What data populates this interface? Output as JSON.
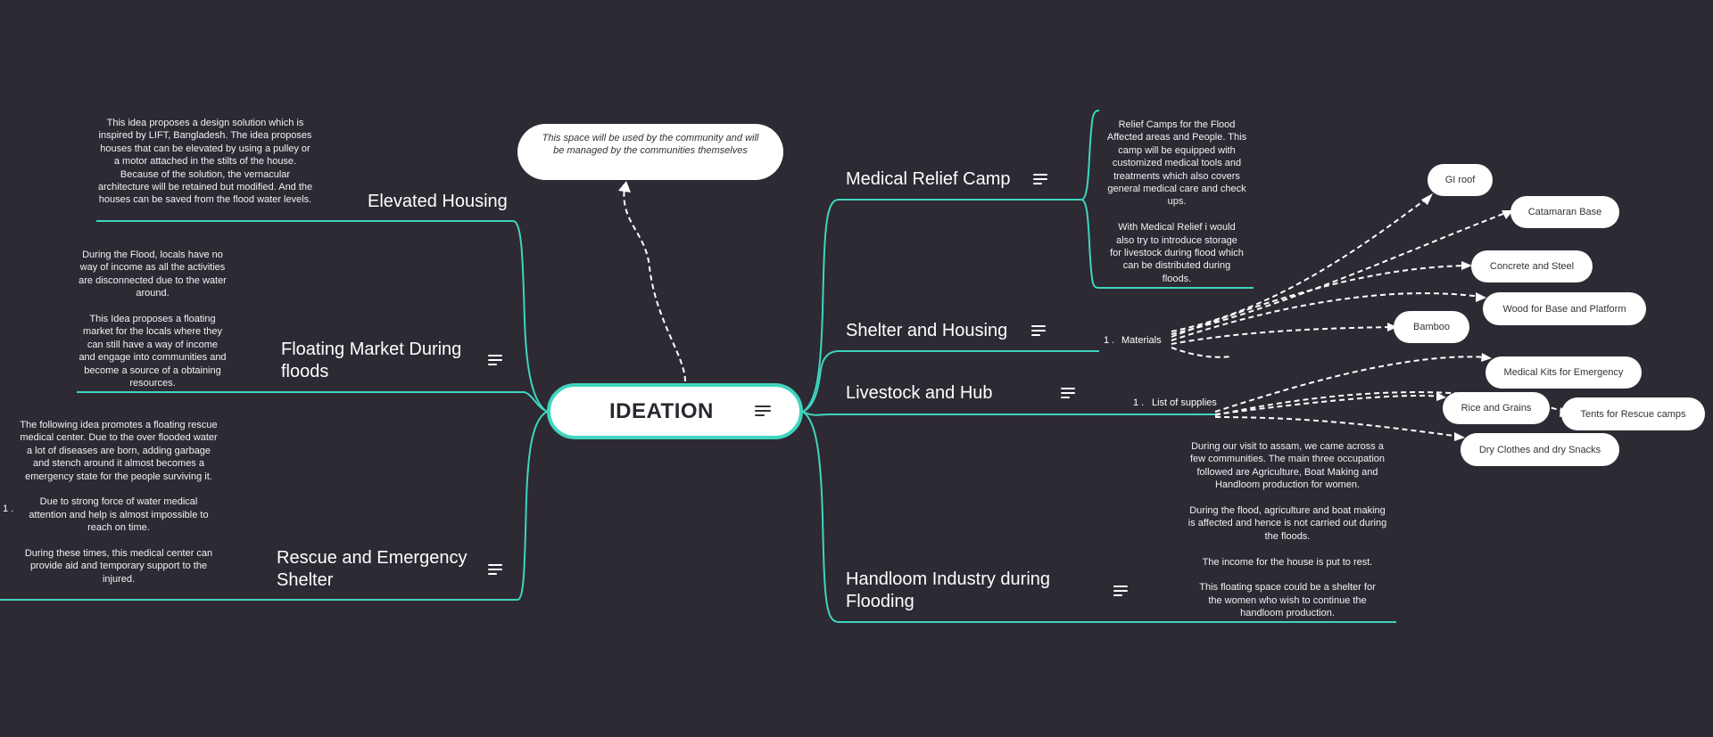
{
  "central": {
    "label": "IDEATION"
  },
  "callout": {
    "text": "This space will be used by the community and will be managed by the communities themselves"
  },
  "elevated": {
    "title": "Elevated Housing",
    "note": "This idea proposes a design solution which is inspired by LIFT, Bangladesh. The idea proposes houses that can be elevated by using a pulley or a motor attached in the stilts of the house. Because of the solution, the vernacular architecture will be retained but modified. And the houses can be saved from the flood water levels."
  },
  "floating": {
    "title": "Floating Market During floods",
    "note1": "During the Flood, locals have no way of income as all the activities are disconnected due to the water around.",
    "note2": "This Idea proposes a floating market for the locals where they can still have a way of income and engage into communities and become a source of a obtaining resources."
  },
  "rescue": {
    "title": "Rescue and Emergency Shelter",
    "marker": "1 .",
    "note1": "The following idea promotes a floating rescue medical center. Due to the over flooded water a lot of diseases are born, adding garbage and stench around it almost becomes a emergency state for the people surviving it.",
    "note2": "Due to strong force of water medical attention and help is almost impossible to reach on time.",
    "note3": "During these times, this medical center can provide aid and temporary support to the injured."
  },
  "medical": {
    "title": "Medical Relief Camp",
    "note1": "Relief Camps for the Flood Affected areas and People. This camp will be equipped with customized medical tools and treatments which also covers general medical care and check ups.",
    "note2": "With Medical Relief i would also try to introduce storage for livestock during flood which can be distributed during floods."
  },
  "shelter": {
    "title": "Shelter and Housing",
    "list_num": "1 .",
    "list_label": "Materials",
    "items": [
      "GI roof",
      "Catamaran Base",
      "Concrete and Steel",
      "Wood for Base and Platform",
      "Bamboo"
    ]
  },
  "livestock": {
    "title": "Livestock and Hub",
    "list_num": "1 .",
    "list_label": "List of supplies",
    "items": [
      "Medical Kits for Emergency",
      "Rice and Grains",
      "Tents for Rescue camps",
      "Dry Clothes and dry Snacks"
    ]
  },
  "handloom": {
    "title": "Handloom Industry during Flooding",
    "note1": "During our visit to assam, we came across a few communities. The main three occupation followed are Agriculture, Boat Making and Handloom production for women.",
    "note2": "During the flood, agriculture and boat making is affected and hence is not carried out during the floods.",
    "note3": "The income for the house is put to rest.",
    "note4": "This floating space could be a shelter for the women who wish to continue the handloom production."
  },
  "colors": {
    "background": "#2d2a33",
    "connector": "#3fd5bf",
    "node": "#ffffff",
    "text": "#ffffff"
  },
  "icons": {
    "notes": "notes-lines-icon"
  }
}
